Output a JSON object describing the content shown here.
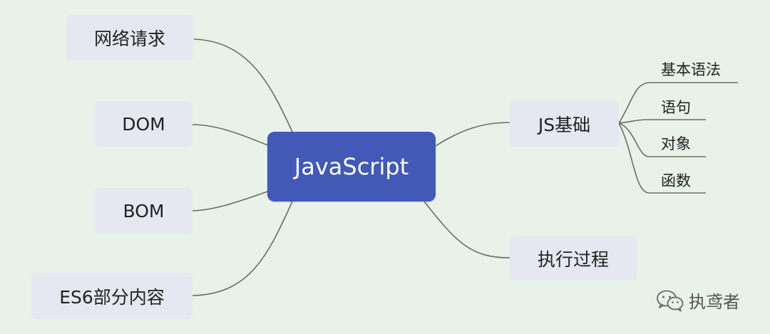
{
  "root": {
    "label": "JavaScript",
    "color": "#4259b8"
  },
  "left_nodes": [
    {
      "label": "网络请求"
    },
    {
      "label": "DOM"
    },
    {
      "label": "BOM"
    },
    {
      "label": "ES6部分内容"
    }
  ],
  "right_nodes": [
    {
      "label": "JS基础",
      "children": [
        "基本语法",
        "语句",
        "对象",
        "函数"
      ]
    },
    {
      "label": "执行过程"
    }
  ],
  "watermark": {
    "text": "执鸢者",
    "icon": "wechat-icon"
  },
  "colors": {
    "background": "#e8f2e8",
    "node_fill": "#e6e8f1",
    "connector": "#6b6e62"
  }
}
